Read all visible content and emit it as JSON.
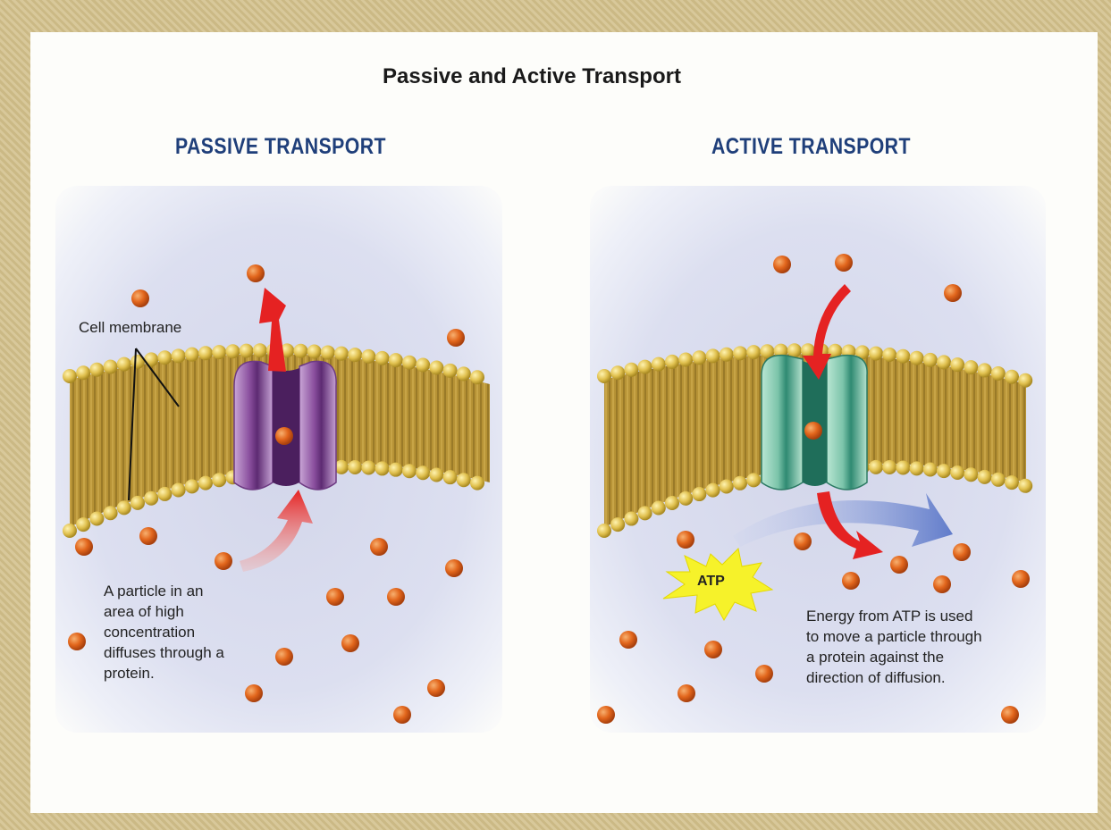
{
  "title": "Passive and Active Transport",
  "passive": {
    "heading": "PASSIVE TRANSPORT",
    "membrane_label": "Cell membrane",
    "caption": [
      "A particle in an",
      "area of high",
      "concentration",
      "diffuses through a",
      "protein."
    ]
  },
  "active": {
    "heading": "ACTIVE TRANSPORT",
    "atp_label": "ATP",
    "caption": [
      "Energy from ATP is used",
      "to move a particle through",
      "a protein against the",
      "direction of diffusion."
    ]
  },
  "colors": {
    "particle": "#e2661c",
    "membrane": "#d9b74a",
    "passive_protein": "#8a4f9e",
    "active_protein": "#7cc4aa",
    "arrow": "#e52222",
    "energy_arrow": "#5b78c9",
    "heading": "#1f3f7a"
  }
}
